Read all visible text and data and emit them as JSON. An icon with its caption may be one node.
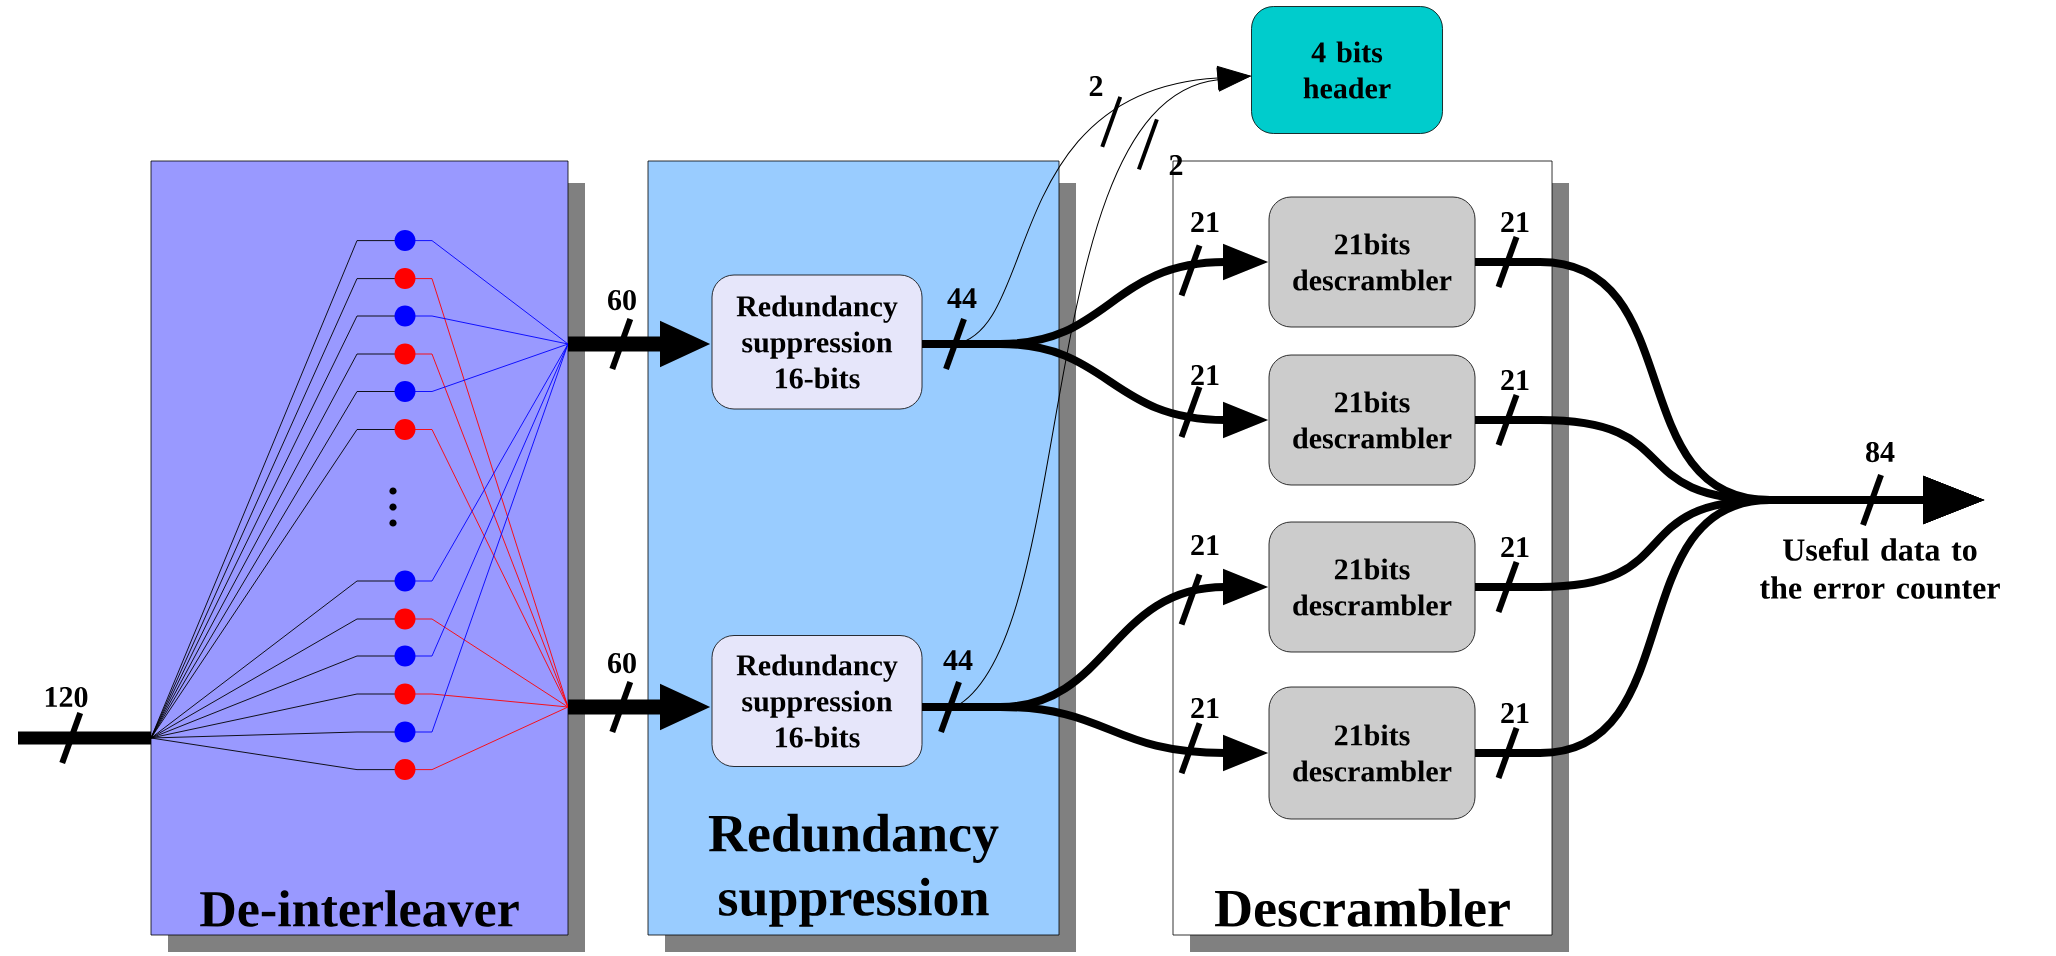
{
  "diagram": {
    "nodes": [
      {
        "text": [
          "De-interleaver"
        ]
      },
      {
        "text": [
          "Redundancy suppression"
        ]
      },
      {
        "text": [
          "Descrambler"
        ]
      },
      {
        "text": [
          "Redundancy suppression 16-bits"
        ],
        "in": 1
      },
      {
        "text": [
          "Redundancy suppression 16-bits"
        ],
        "in": 1
      },
      {
        "text": [
          "21bits descrambler"
        ],
        "in": 2
      },
      {
        "text": [
          "21bits descrambler"
        ],
        "in": 2
      },
      {
        "text": [
          "21bits descrambler"
        ],
        "in": 2
      },
      {
        "text": [
          "21bits descrambler"
        ],
        "in": 2
      },
      {
        "text": [
          "4 bits header"
        ]
      },
      {
        "text": [
          "Useful data to the error counter"
        ]
      }
    ],
    "edges": [
      {
        "from": null,
        "to": 0,
        "arrow": "none",
        "label": "120"
      },
      {
        "from": 0,
        "to": 3,
        "arrow": "to",
        "label": "60",
        "style": "thick"
      },
      {
        "from": 0,
        "to": 4,
        "arrow": "to",
        "label": "60",
        "style": "thick"
      },
      {
        "from": 3,
        "to": 9,
        "arrow": "to",
        "label": "2"
      },
      {
        "from": 3,
        "to": 5,
        "arrow": "to",
        "label": "21"
      },
      {
        "from": 3,
        "to": 6,
        "arrow": "to",
        "label": "21"
      },
      {
        "from": 4,
        "to": 9,
        "arrow": "to",
        "label": "2"
      },
      {
        "from": 4,
        "to": 7,
        "arrow": "to",
        "label": "21"
      },
      {
        "from": 4,
        "to": 8,
        "arrow": "to",
        "label": "21"
      },
      {
        "from": 5,
        "to": 10,
        "arrow": "to",
        "label": "21"
      },
      {
        "from": 6,
        "to": 10,
        "arrow": "to",
        "label": "21"
      },
      {
        "from": 7,
        "to": 10,
        "arrow": "to",
        "label": "21"
      },
      {
        "from": 8,
        "to": 10,
        "arrow": "to",
        "label": "21"
      }
    ],
    "labels": [
      "44",
      "44",
      "84"
    ]
  }
}
